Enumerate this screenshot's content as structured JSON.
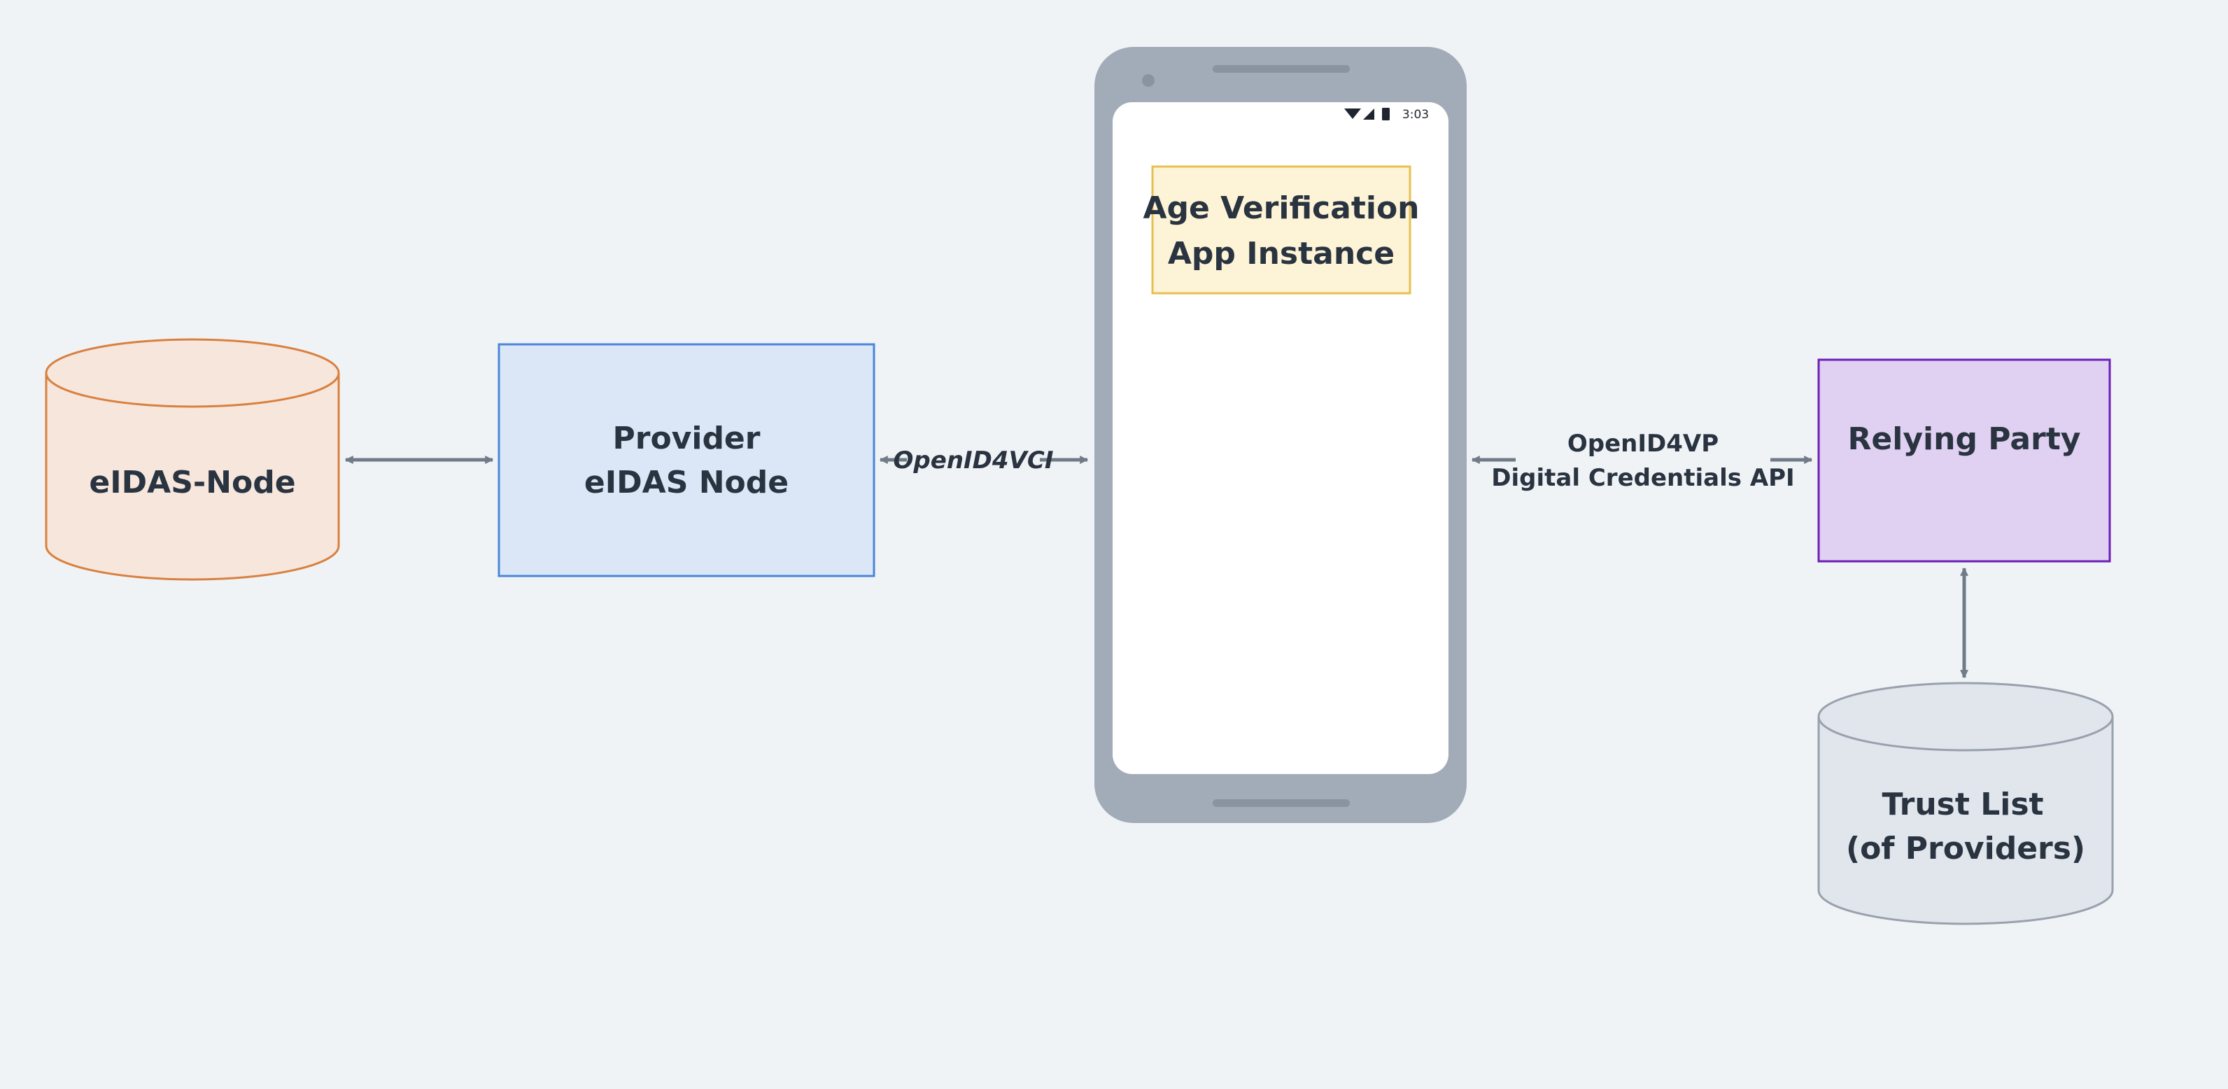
{
  "nodes": {
    "eidas_node": {
      "label": "eIDAS-Node",
      "fill": "#f6e6dc",
      "stroke": "#d9803f"
    },
    "provider": {
      "line1": "Provider",
      "line2": "eIDAS Node",
      "fill": "#dbe7f6",
      "stroke": "#4a86d8"
    },
    "phone": {
      "status_time": "3:03",
      "app": {
        "line1": "Age Verification",
        "line2": "App Instance",
        "fill": "#fdf3d6",
        "stroke": "#e6c04f"
      },
      "body_color": "#a2abb8"
    },
    "relying_party": {
      "label": "Relying Party",
      "fill": "#e0d0f1",
      "stroke": "#6b1fb8"
    },
    "trust_list": {
      "line1": "Trust List",
      "line2": "(of Providers)",
      "fill": "#e1e5ec",
      "stroke": "#98a1ad"
    }
  },
  "edges": {
    "openid4vci": "OpenID4VCI",
    "openid4vp_line1": "OpenID4VP",
    "openid4vp_line2": "Digital Credentials API"
  },
  "colors": {
    "background": "#f0f3f6",
    "arrow": "#707b88",
    "text": "#2a3441"
  },
  "icons": [
    "wifi-icon",
    "signal-icon",
    "battery-icon",
    "camera-icon"
  ]
}
